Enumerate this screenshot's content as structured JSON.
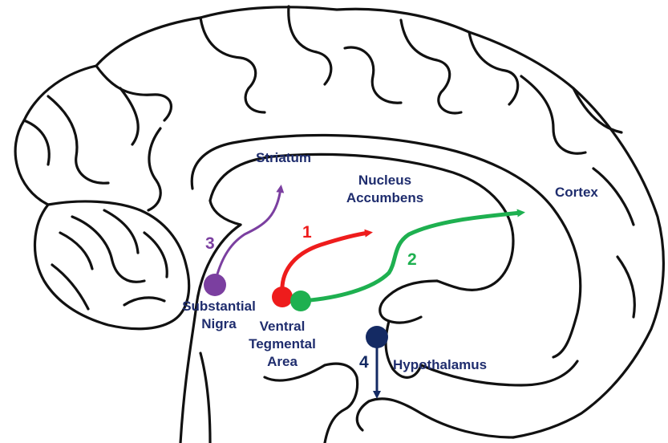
{
  "labels": {
    "striatum": "Striatum",
    "nucleus_accumbens_line1": "Nucleus",
    "nucleus_accumbens_line2": "Accumbens",
    "cortex": "Cortex",
    "substantia_nigra_line1": "Substantial",
    "substantia_nigra_line2": "Nigra",
    "vta_line1": "Ventral",
    "vta_line2": "Tegmental",
    "vta_line3": "Area",
    "hypothalamus": "Hypothalamus"
  },
  "pathways": [
    {
      "number": "1",
      "color": "#ee1c1c"
    },
    {
      "number": "2",
      "color": "#1eb050"
    },
    {
      "number": "3",
      "color": "#7b3fa0"
    },
    {
      "number": "4",
      "color": "#142a63"
    }
  ],
  "colors": {
    "outline": "#111111",
    "label_text": "#1f2d6e"
  }
}
